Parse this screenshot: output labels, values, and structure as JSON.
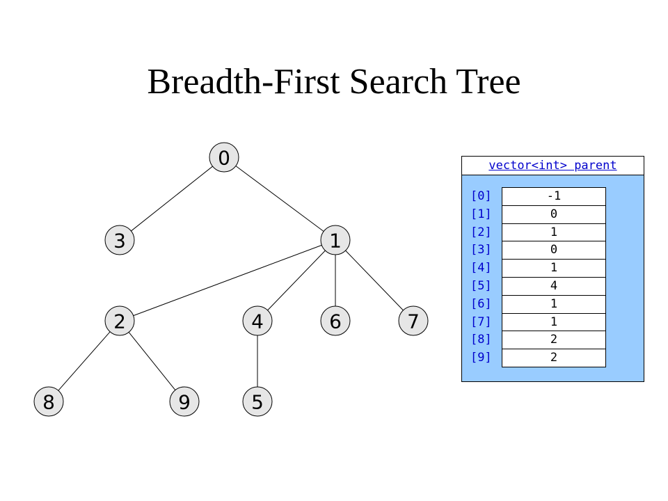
{
  "title": "Breadth-First Search Tree",
  "tree": {
    "nodes": [
      {
        "id": "0",
        "label": "0"
      },
      {
        "id": "3",
        "label": "3"
      },
      {
        "id": "1",
        "label": "1"
      },
      {
        "id": "2",
        "label": "2"
      },
      {
        "id": "4",
        "label": "4"
      },
      {
        "id": "6",
        "label": "6"
      },
      {
        "id": "7",
        "label": "7"
      },
      {
        "id": "8",
        "label": "8"
      },
      {
        "id": "9",
        "label": "9"
      },
      {
        "id": "5",
        "label": "5"
      }
    ],
    "edges": [
      [
        "0",
        "3"
      ],
      [
        "0",
        "1"
      ],
      [
        "1",
        "2"
      ],
      [
        "1",
        "4"
      ],
      [
        "1",
        "6"
      ],
      [
        "1",
        "7"
      ],
      [
        "2",
        "8"
      ],
      [
        "2",
        "9"
      ],
      [
        "4",
        "5"
      ]
    ],
    "colors": {
      "node_fill": "#e6e6e6",
      "stroke": "#000000"
    }
  },
  "parent_vector": {
    "header": "vector<int> parent",
    "rows": [
      {
        "index": "[0]",
        "value": "-1"
      },
      {
        "index": "[1]",
        "value": "0"
      },
      {
        "index": "[2]",
        "value": "1"
      },
      {
        "index": "[3]",
        "value": "0"
      },
      {
        "index": "[4]",
        "value": "1"
      },
      {
        "index": "[5]",
        "value": "4"
      },
      {
        "index": "[6]",
        "value": "1"
      },
      {
        "index": "[7]",
        "value": "1"
      },
      {
        "index": "[8]",
        "value": "2"
      },
      {
        "index": "[9]",
        "value": "2"
      }
    ],
    "colors": {
      "panel_bg": "#99ccff",
      "index_text": "#0000cc"
    }
  }
}
